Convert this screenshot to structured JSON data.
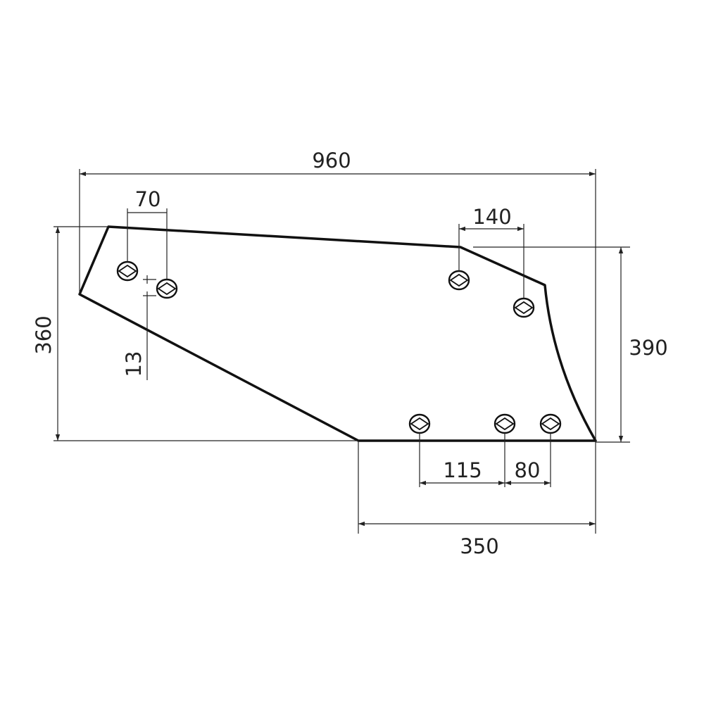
{
  "dimensions": {
    "overall_width": "960",
    "left_holes_spacing": "70",
    "left_holes_offset": "13",
    "left_height": "360",
    "right_holes_spacing": "140",
    "right_height": "390",
    "bottom_holes_spacing_1": "115",
    "bottom_holes_spacing_2": "80",
    "bottom_length": "350"
  },
  "colors": {
    "outline": "#111111",
    "dimension": "#222222",
    "background": "#ffffff"
  }
}
